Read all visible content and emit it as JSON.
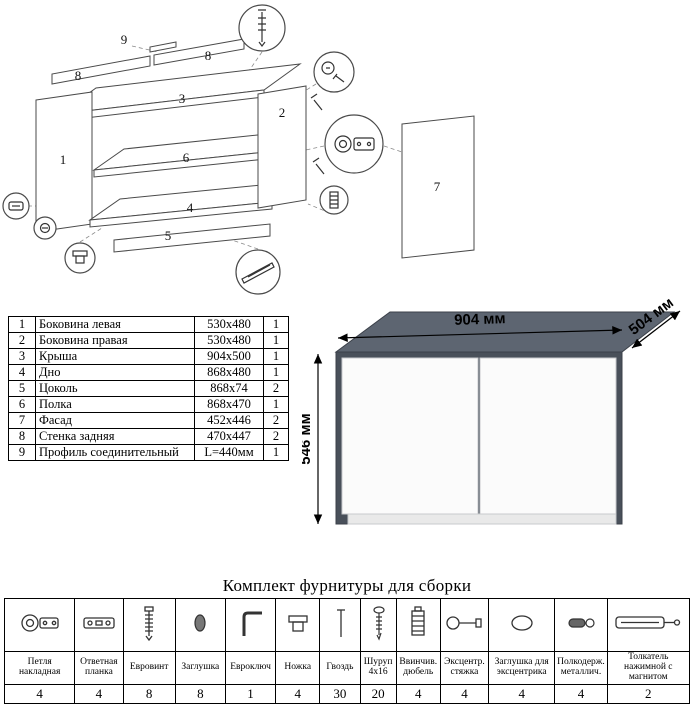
{
  "exploded": {
    "labels": {
      "p1": "1",
      "p2": "2",
      "p3": "3",
      "p4": "4",
      "p5": "5",
      "p6": "6",
      "p7": "7",
      "p8": "8",
      "p9": "9"
    }
  },
  "parts_table": {
    "rows": [
      {
        "num": "1",
        "name": "Боковина левая",
        "size": "530x480",
        "qty": "1"
      },
      {
        "num": "2",
        "name": "Боковина правая",
        "size": "530x480",
        "qty": "1"
      },
      {
        "num": "3",
        "name": "Крыша",
        "size": "904x500",
        "qty": "1"
      },
      {
        "num": "4",
        "name": "Дно",
        "size": "868x480",
        "qty": "1"
      },
      {
        "num": "5",
        "name": "Цоколь",
        "size": "868x74",
        "qty": "2"
      },
      {
        "num": "6",
        "name": "Полка",
        "size": "868x470",
        "qty": "1"
      },
      {
        "num": "7",
        "name": "Фасад",
        "size": "452x446",
        "qty": "2"
      },
      {
        "num": "8",
        "name": "Стенка задняя",
        "size": "470x447",
        "qty": "2"
      },
      {
        "num": "9",
        "name": "Профиль соединительный",
        "size": "L=440мм",
        "qty": "1"
      }
    ]
  },
  "cabinet": {
    "width_label": "904 мм",
    "depth_label": "504 мм",
    "height_label": "546 мм",
    "body_color": "#5d6571",
    "side_color": "#49505a",
    "door_color": "#fbfbfb"
  },
  "hardware": {
    "title": "Комплект фурнитуры для сборки",
    "items": [
      {
        "name": "Петля накладная",
        "qty": "4",
        "icon": "hinge-icon"
      },
      {
        "name": "Ответная планка",
        "qty": "4",
        "icon": "mounting-plate-icon"
      },
      {
        "name": "Евровинт",
        "qty": "8",
        "icon": "euro-screw-icon"
      },
      {
        "name": "Заглушка",
        "qty": "8",
        "icon": "cap-icon"
      },
      {
        "name": "Евроключ",
        "qty": "1",
        "icon": "hex-key-icon"
      },
      {
        "name": "Ножка",
        "qty": "4",
        "icon": "leg-icon"
      },
      {
        "name": "Гвоздь",
        "qty": "30",
        "icon": "nail-icon"
      },
      {
        "name": "Шуруп 4x16",
        "qty": "20",
        "icon": "screw-icon"
      },
      {
        "name": "Ввинчив. дюбель",
        "qty": "4",
        "icon": "screw-dowel-icon"
      },
      {
        "name": "Эксцентр. стяжка",
        "qty": "4",
        "icon": "cam-bolt-icon"
      },
      {
        "name": "Заглушка для эксцентрика",
        "qty": "4",
        "icon": "cam-cap-icon"
      },
      {
        "name": "Полкодерж. металлич.",
        "qty": "4",
        "icon": "shelf-pin-icon"
      },
      {
        "name": "Толкатель нажимной с магнитом",
        "qty": "2",
        "icon": "push-opener-icon"
      }
    ]
  }
}
